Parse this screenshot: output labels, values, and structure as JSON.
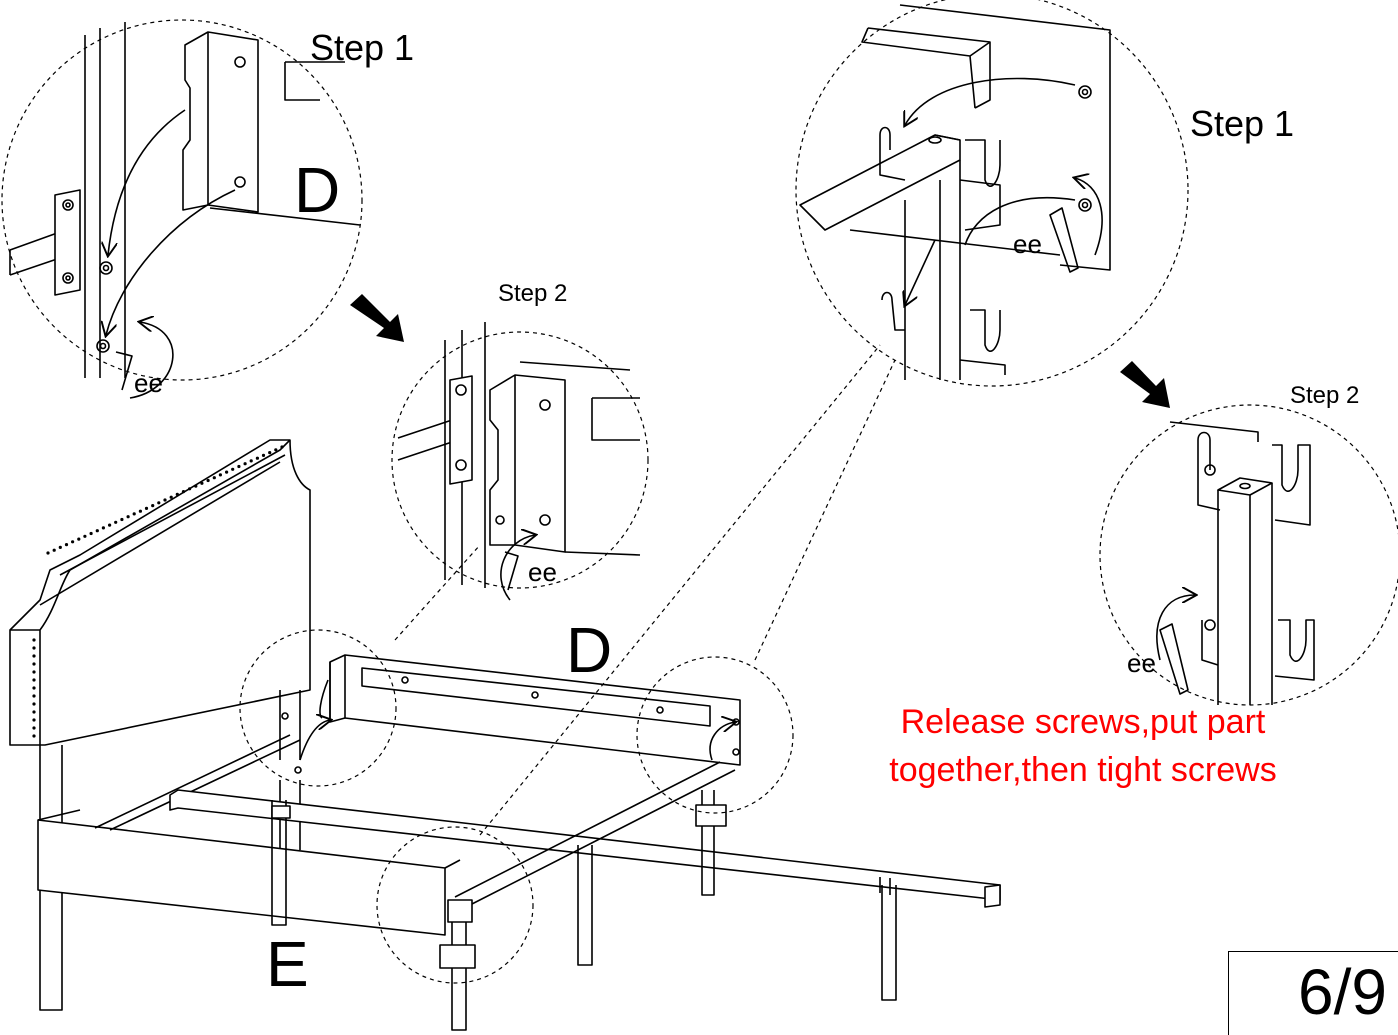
{
  "labels": {
    "step1_top_left": "Step 1",
    "step2_mid": "Step 2",
    "step1_top_right": "Step 1",
    "step2_right": "Step 2",
    "part_d_detail": "D",
    "part_d_main": "D",
    "part_e_main": "E",
    "tool_ee_1": "ee",
    "tool_ee_2": "ee",
    "tool_ee_3": "ee",
    "tool_ee_4": "ee"
  },
  "note": {
    "line1": "Release screws,put part",
    "line2": "together,then tight screws",
    "color": "#ff0000"
  },
  "page": {
    "number": "6/9"
  },
  "icons": [
    "arrow-down-right-icon",
    "hex-key-icon",
    "screw-icon",
    "curved-arrow-icon"
  ]
}
